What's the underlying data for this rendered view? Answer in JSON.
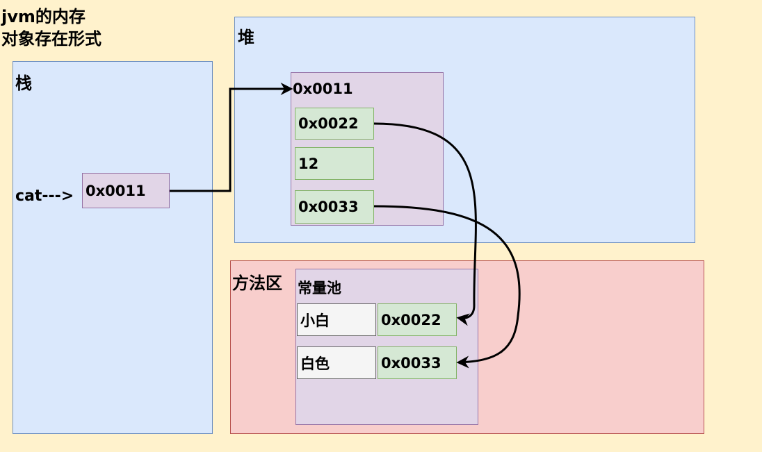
{
  "title": {
    "line1": "jvm的内存",
    "line2": "对象存在形式"
  },
  "stack": {
    "label": "栈",
    "var_label": "cat--->",
    "ref_value": "0x0011"
  },
  "heap": {
    "label": "堆",
    "object_address": "0x0011",
    "fields": [
      "0x0022",
      "12",
      "0x0033"
    ]
  },
  "method_area": {
    "label": "方法区",
    "constant_pool": {
      "label": "常量池",
      "entries": [
        {
          "value": "小白",
          "address": "0x0022"
        },
        {
          "value": "白色",
          "address": "0x0033"
        }
      ]
    }
  },
  "colors": {
    "background": "#fff2cc",
    "region_blue": "#dae8fc",
    "region_pink": "#f8cecc",
    "box_purple": "#e1d5e7",
    "box_green": "#d5e8d4",
    "box_white": "#f5f5f5"
  }
}
